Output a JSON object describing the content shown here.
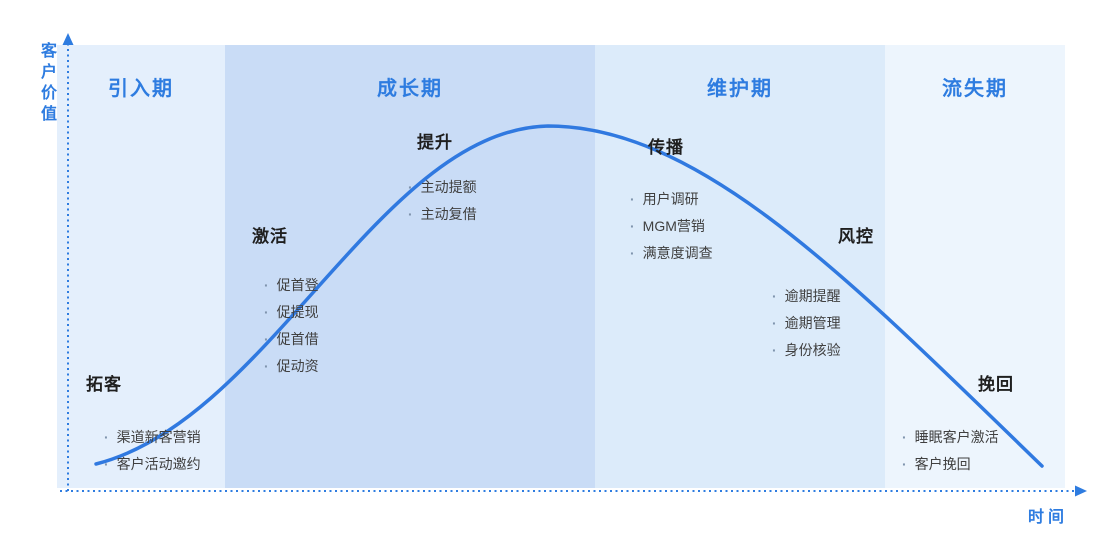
{
  "axes": {
    "y_label": "客户价值",
    "x_label": "时间"
  },
  "colors": {
    "accent": "#2e7ce0",
    "curve": "#3079e0",
    "axis": "#2e7ce0"
  },
  "phases": [
    {
      "label": "引入期",
      "bg": "#e4effc"
    },
    {
      "label": "成长期",
      "bg": "#c9dcf6"
    },
    {
      "label": "维护期",
      "bg": "#dcebfa"
    },
    {
      "label": "流失期",
      "bg": "#edf5fd"
    }
  ],
  "stages": [
    {
      "title": "拓客",
      "items": [
        "渠道新客营销",
        "客户活动邀约"
      ]
    },
    {
      "title": "激活",
      "items": [
        "促首登",
        "促提现",
        "促首借",
        "促动资"
      ]
    },
    {
      "title": "提升",
      "items": [
        "主动提额",
        "主动复借"
      ]
    },
    {
      "title": "传播",
      "items": [
        "用户调研",
        "MGM营销",
        "满意度调查"
      ]
    },
    {
      "title": "风控",
      "items": [
        "逾期提醒",
        "逾期管理",
        "身份核验"
      ]
    },
    {
      "title": "挽回",
      "items": [
        "睡眠客户激活",
        "客户挽回"
      ]
    }
  ],
  "bullet": "·"
}
